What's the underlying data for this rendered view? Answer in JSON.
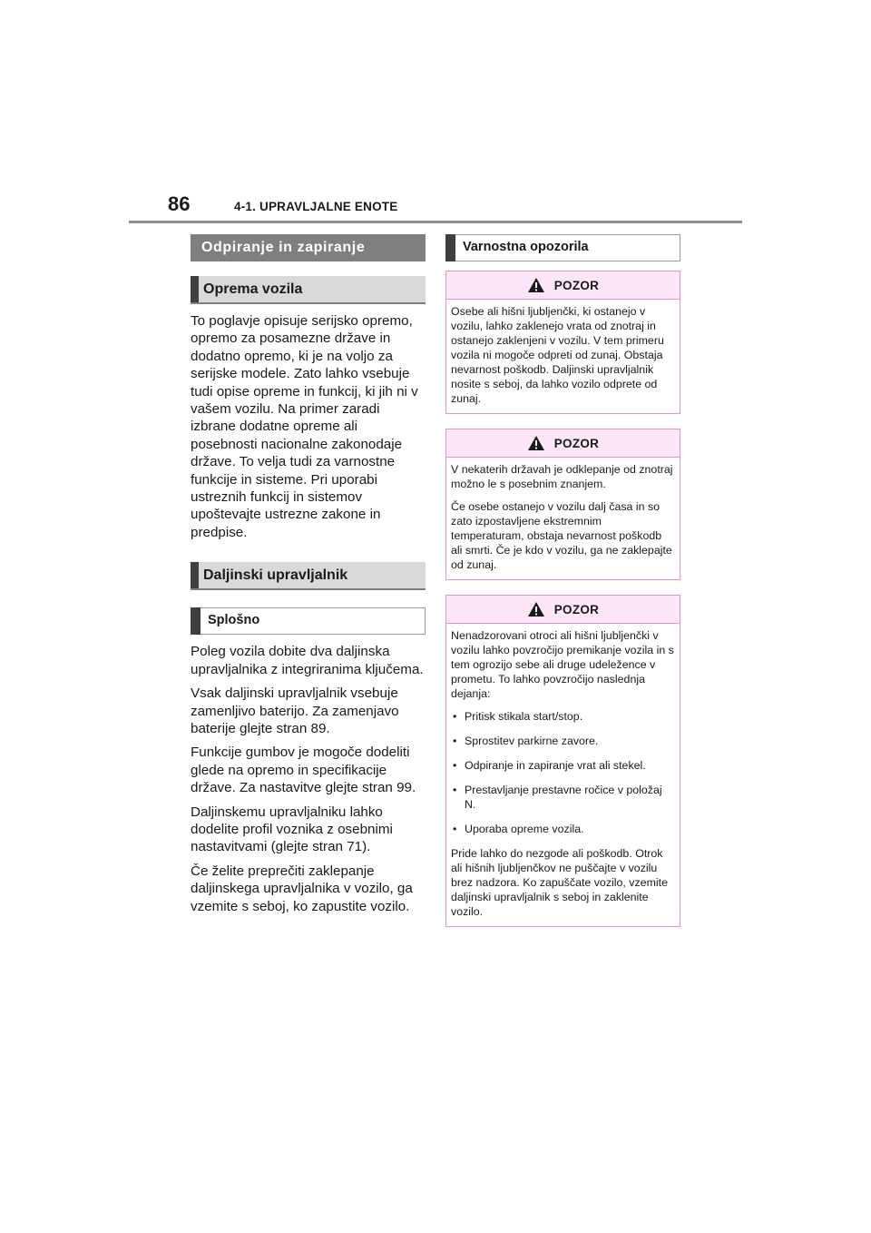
{
  "header": {
    "page_number": "86",
    "chapter": "4-1. UPRAVLJALNE ENOTE"
  },
  "left": {
    "section_title": "Odpiranje in zapiranje",
    "sub1_title": "Oprema vozila",
    "sub1_text": "To poglavje opisuje serijsko opremo, opremo za posamezne države in dodatno opremo, ki je na voljo za serijske modele. Zato lahko vsebuje tudi opise opreme in funkcij, ki jih ni v vašem vozilu. Na primer zaradi izbrane dodatne opreme ali posebnosti nacionalne zakonodaje države. To velja tudi za varnostne funkcije in sisteme. Pri uporabi ustreznih funkcij in sistemov upoštevajte ustrezne zakone in predpise.",
    "sub2_title": "Daljinski upravljalnik",
    "sub3_title": "Splošno",
    "paragraphs": [
      "Poleg vozila dobite dva daljinska upravljalnika z integriranima ključema.",
      "Vsak daljinski upravljalnik vsebuje zamenljivo baterijo. Za zamenjavo baterije glejte stran 89.",
      "Funkcije gumbov je mogoče dodeliti glede na opremo in specifikacije države. Za nastavitve glejte stran 99.",
      "Daljinskemu upravljalniku lahko dodelite profil voznika z osebnimi nastavitvami (glejte stran 71).",
      "Če želite preprečiti zaklepanje daljinskega upravljalnika v vozilo, ga vzemite s seboj, ko zapustite vozilo."
    ]
  },
  "right": {
    "section_title": "Varnostna opozorila",
    "warnings": [
      {
        "label": "POZOR",
        "paragraphs": [
          "Osebe ali hišni ljubljenčki, ki ostanejo v vozilu, lahko zaklenejo vrata od znotraj in ostanejo zaklenjeni v vozilu. V tem primeru vozila ni mogoče odpreti od zunaj. Obstaja nevarnost poškodb. Daljinski upravljalnik nosite s seboj, da lahko vozilo odprete od zunaj."
        ]
      },
      {
        "label": "POZOR",
        "paragraphs": [
          "V nekaterih državah je odklepanje od znotraj možno le s posebnim znanjem.",
          "Če osebe ostanejo v vozilu dalj časa in so zato izpostavljene ekstremnim temperaturam, obstaja nevarnost poškodb ali smrti. Če je kdo v vozilu, ga ne zaklepajte od zunaj."
        ]
      },
      {
        "label": "POZOR",
        "intro": "Nenadzorovani otroci ali hišni ljubljenčki v vozilu lahko povzročijo premikanje vozila in s tem ogrozijo sebe ali druge udeležence v prometu. To lahko povzročijo naslednja dejanja:",
        "bullets": [
          "Pritisk stikala start/stop.",
          "Sprostitev parkirne zavore.",
          "Odpiranje in zapiranje vrat ali stekel.",
          "Prestavljanje prestavne ročice v položaj N.",
          "Uporaba opreme vozila."
        ],
        "outro": "Pride lahko do nezgode ali poškodb. Otrok ali hišnih ljubljenčkov ne puščajte v vozilu brez nadzora. Ko zapuščate vozilo, vzemite daljinski upravljalnik s seboj in zaklenite vozilo."
      }
    ]
  },
  "icons": {
    "warning": "warning-triangle-icon"
  },
  "colors": {
    "warning_border": "#ea8fd0",
    "warning_fill": "#fde6f7",
    "heading_dark": "#7f7f7f"
  }
}
